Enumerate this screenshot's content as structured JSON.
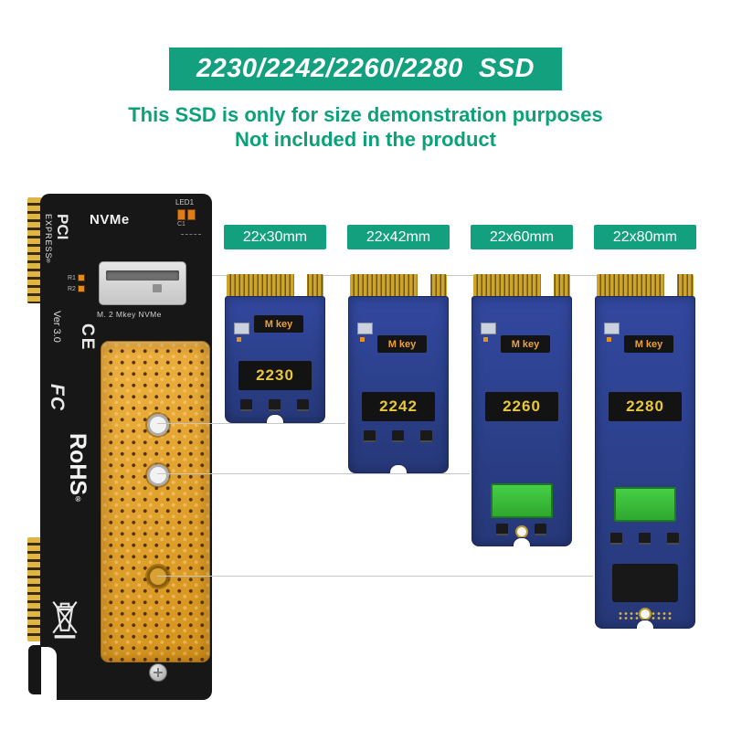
{
  "header": {
    "banner_text": "2230/2242/2260/2280  SSD",
    "note_line1": "This SSD is only for size demonstration purposes",
    "note_line2": "Not included in the product"
  },
  "adapter": {
    "brand_top": "PCI",
    "brand_bottom": "EXPRESS",
    "reg_mark": "®",
    "r1_label": "R1",
    "r2_label": "R2",
    "nvme_label": "NVMe",
    "led_label": "LED1",
    "cap_label": "C1",
    "version_label": "Ver 3.0",
    "ce_mark": "CE",
    "fcc_mark": "FC",
    "rohs_label": "RoHS",
    "slot_label": "M. 2 Mkey NVMe"
  },
  "ssds": [
    {
      "size_label": "22x30mm",
      "model": "2230",
      "key_label": "M key"
    },
    {
      "size_label": "22x42mm",
      "model": "2242",
      "key_label": "M key"
    },
    {
      "size_label": "22x60mm",
      "model": "2260",
      "key_label": "M key"
    },
    {
      "size_label": "22x80mm",
      "model": "2280",
      "key_label": "M key"
    }
  ],
  "colors": {
    "accent_teal": "#12A07E",
    "note_text": "#0CA178",
    "pcb_blue": "#2C3F92",
    "heatsink_gold": "#E2A02E",
    "connector_gold": "#C7A02A",
    "chip_text_yellow": "#E8C63C",
    "mkey_text_orange": "#E9A13B",
    "green_chip": "#3CBE3C"
  }
}
